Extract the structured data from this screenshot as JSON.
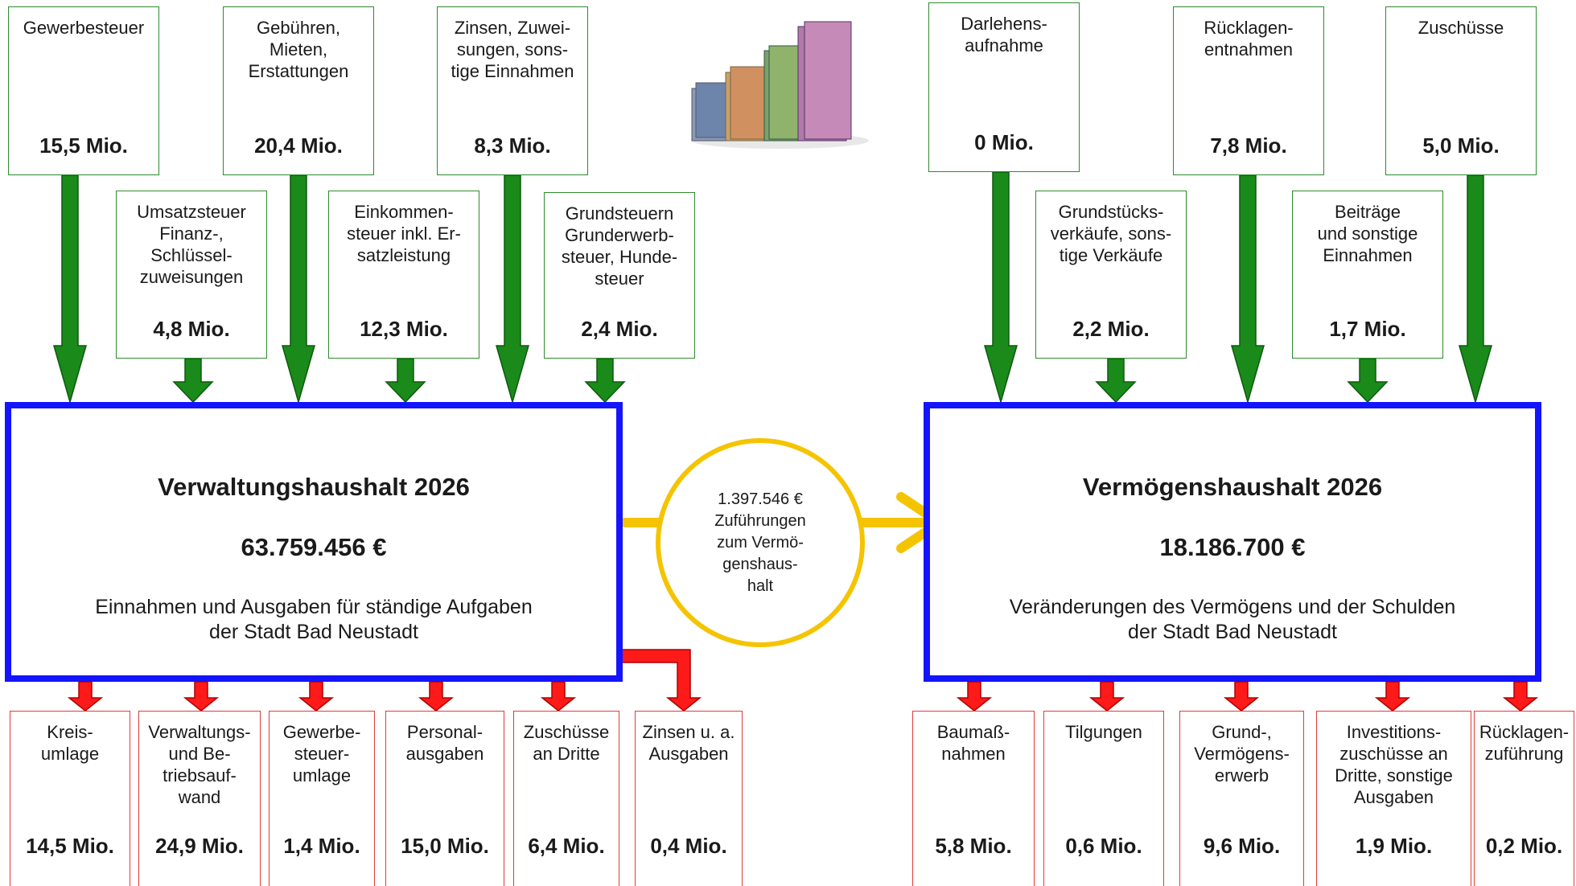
{
  "colors": {
    "income_arrow": "#1a8a1a",
    "income_border": "#2e8b2e",
    "expense_arrow": "#ff1a1a",
    "expense_border": "#e23a3a",
    "main_border": "#1414ff",
    "transfer": "#f5c400"
  },
  "icon": "euro-banknotes-image",
  "verwaltung": {
    "title": "Verwaltungshaushalt 2026",
    "total": "63.759.456 €",
    "desc": "Einnahmen und Ausgaben für ständige Aufgaben\nder Stadt Bad Neustadt",
    "income_top": [
      {
        "label": "Gewerbesteuer",
        "amount": "15,5 Mio."
      },
      {
        "label": "Gebühren,\nMieten,\nErstattungen",
        "amount": "20,4 Mio."
      },
      {
        "label": "Zinsen, Zuwei-\nsungen, sons-\ntige Einnahmen",
        "amount": "8,3 Mio."
      }
    ],
    "income_mid": [
      {
        "label": "Umsatzsteuer\nFinanz-,\nSchlüssel-\nzuweisungen",
        "amount": "4,8 Mio."
      },
      {
        "label": "Einkommen-\nsteuer inkl. Er-\nsatzleistung",
        "amount": "12,3 Mio."
      },
      {
        "label": "Grundsteuern\nGrunderwerb-\nsteuer, Hunde-\nsteuer",
        "amount": "2,4 Mio."
      }
    ],
    "expenses": [
      {
        "label": "Kreis-\numlage",
        "amount": "14,5 Mio."
      },
      {
        "label": "Verwaltungs-\nund Be-\ntriebsauf-\nwand",
        "amount": "24,9 Mio."
      },
      {
        "label": "Gewerbe-\nsteuer-\numlage",
        "amount": "1,4 Mio."
      },
      {
        "label": "Personal-\nausgaben",
        "amount": "15,0 Mio."
      },
      {
        "label": "Zuschüsse\nan Dritte",
        "amount": "6,4 Mio."
      },
      {
        "label": "Zinsen u. a.\nAusgaben",
        "amount": "0,4 Mio."
      }
    ]
  },
  "transfer": {
    "text": "1.397.546 €\nZuführungen\nzum Vermö-\ngenshaus-\nhalt"
  },
  "vermoegen": {
    "title": "Vermögenshaushalt 2026",
    "total": "18.186.700 €",
    "desc": "Veränderungen des Vermögens und der Schulden\nder Stadt Bad Neustadt",
    "income_top": [
      {
        "label": "Darlehens-\naufnahme",
        "amount": "0 Mio."
      },
      {
        "label": "Rücklagen-\nentnahmen",
        "amount": "7,8 Mio."
      },
      {
        "label": "Zuschüsse",
        "amount": "5,0 Mio."
      }
    ],
    "income_mid": [
      {
        "label": "Grundstücks-\nverkäufe, sons-\ntige Verkäufe",
        "amount": "2,2 Mio."
      },
      {
        "label": "Beiträge\nund sonstige\nEinnahmen",
        "amount": "1,7 Mio."
      }
    ],
    "expenses": [
      {
        "label": "Baumaß-\nnahmen",
        "amount": "5,8 Mio."
      },
      {
        "label": "Tilgungen",
        "amount": "0,6 Mio."
      },
      {
        "label": "Grund-,\nVermögens-\nerwerb",
        "amount": "9,6 Mio."
      },
      {
        "label": "Investitions-\nzuschüsse an\nDritte, sonstige\nAusgaben",
        "amount": "1,9 Mio."
      },
      {
        "label": "Rücklagen-\nzuführung",
        "amount": "0,2 Mio."
      }
    ]
  }
}
